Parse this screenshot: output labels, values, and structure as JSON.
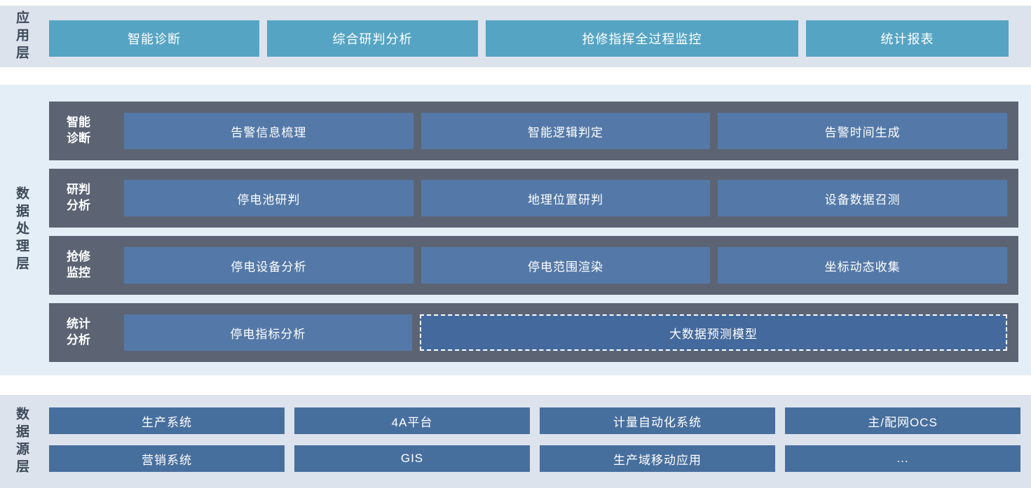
{
  "app_layer": {
    "label": "应用层",
    "buttons": [
      "智能诊断",
      "综合研判分析",
      "抢修指挥全过程监控",
      "统计报表"
    ]
  },
  "processing_layer": {
    "label": "数据处理层",
    "rows": [
      {
        "label": "智能诊断",
        "items": [
          "告警信息梳理",
          "智能逻辑判定",
          "告警时间生成"
        ]
      },
      {
        "label": "研判分析",
        "items": [
          "停电池研判",
          "地理位置研判",
          "设备数据召测"
        ]
      },
      {
        "label": "抢修监控",
        "items": [
          "停电设备分析",
          "停电范围渲染",
          "坐标动态收集"
        ]
      },
      {
        "label": "统计分析",
        "items": [
          "停电指标分析"
        ],
        "wide_item": "大数据预测模型"
      }
    ]
  },
  "source_layer": {
    "label": "数据源层",
    "rows": [
      [
        "生产系统",
        "4A平台",
        "计量自动化系统",
        "主/配网OCS"
      ],
      [
        "营销系统",
        "GIS",
        "生产域移动应用",
        "..."
      ]
    ]
  },
  "colors": {
    "app_button": "#56a4c4",
    "row_container": "#5c6474",
    "process_box": "#5479a8",
    "process_box_dashed": "#44699c",
    "source_box": "#476f9e",
    "app_section_bg": "#dde3ec",
    "process_section_bg": "#e4eef6",
    "source_section_bg": "#dde3ec",
    "layer_label_text": "#3e4a5a",
    "box_text": "#ffffff"
  }
}
